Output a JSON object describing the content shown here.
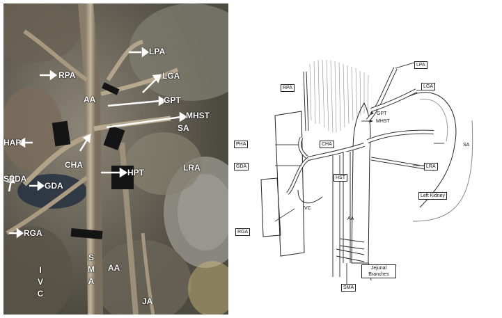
{
  "photo": {
    "labels": {
      "lpa": "LPA",
      "rpa": "RPA",
      "lga": "LGA",
      "aa_top": "AA",
      "gpt": "GPT",
      "mhst": "MHST",
      "sa": "SA",
      "hap": "HAP",
      "cha": "CHA",
      "hpt": "HPT",
      "lra": "LRA",
      "spda": "SPDA",
      "gda": "GDA",
      "rga": "RGA",
      "sma": [
        "S",
        "M",
        "A"
      ],
      "aa_bottom": "AA",
      "ivc": [
        "I",
        "V",
        "C"
      ],
      "ja": "JA"
    }
  },
  "drawing": {
    "labels": {
      "lpa": "LPA",
      "rpa": "RPA",
      "lga": "LGA",
      "gpt": "GPT",
      "mhst": "MHST",
      "pha": "PHA",
      "cha": "CHA",
      "sa": "SA",
      "gda": "GDA",
      "hst": "HST",
      "lra": "LRA",
      "left_kidney": "Left Kidney",
      "ivc": "IVC",
      "aa": "AA",
      "rga": "RGA",
      "jejunal_branches": [
        "Jejunal",
        "Branches"
      ],
      "sma": "SMA"
    }
  }
}
